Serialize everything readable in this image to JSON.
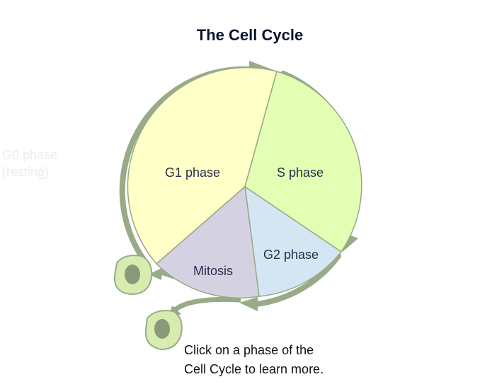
{
  "title": "The Cell Cycle",
  "g0": {
    "line1": "G0 phase",
    "line2": "(resting)"
  },
  "phases": {
    "g1": {
      "label": "G1 phase",
      "color": "#ffffc8"
    },
    "s": {
      "label": "S phase",
      "color": "#e2ffb4"
    },
    "g2": {
      "label": "G2 phase",
      "color": "#d4e6f4"
    },
    "mitosis": {
      "label": "Mitosis",
      "color": "#d4d2e2"
    }
  },
  "instructions": {
    "line1": "Click on a phase of the",
    "line2": "Cell Cycle to learn more."
  },
  "colors": {
    "arrow": "#98ab88",
    "divider": "#9aa888",
    "cell_fill": "#d8ecb0",
    "nucleus": "#8a9a78",
    "label": "#2a2d4e"
  }
}
